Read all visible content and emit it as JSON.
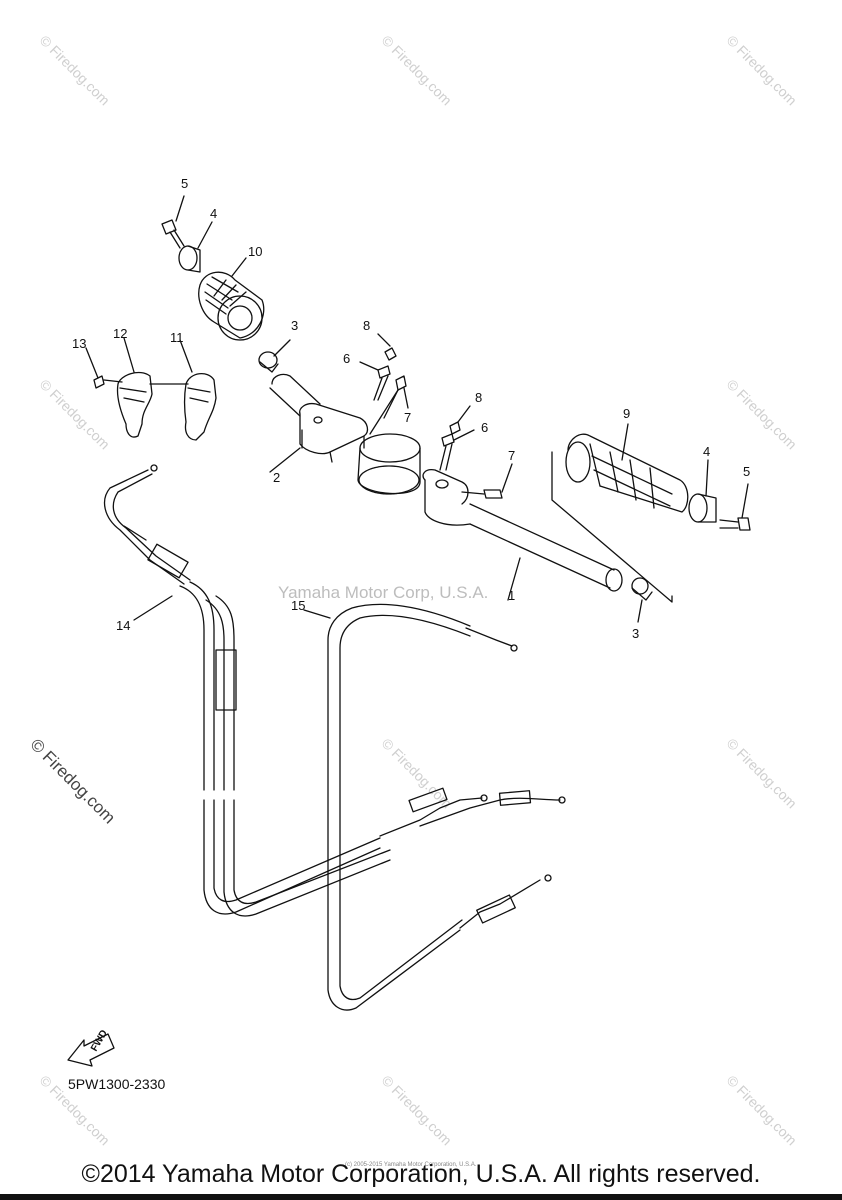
{
  "watermarks": {
    "repeated": "© Firedog.com",
    "center": "Yamaha Motor Corp, U.S.A.",
    "left_large": "© Firedog.com"
  },
  "callouts": {
    "c1": "1",
    "c2": "2",
    "c3a": "3",
    "c3b": "3",
    "c4a": "4",
    "c4b": "4",
    "c5a": "5",
    "c5b": "5",
    "c6a": "6",
    "c6b": "6",
    "c7a": "7",
    "c7b": "7",
    "c8a": "8",
    "c8b": "8",
    "c9": "9",
    "c10": "10",
    "c11": "11",
    "c12": "12",
    "c13": "13",
    "c14": "14",
    "c15": "15"
  },
  "fwd_label": "FWD",
  "reference_code": "5PW1300-2330",
  "tiny_note": "(c) 2005-2015 Yamaha Motor Corporation, U.S.A.",
  "copyright": "©2014 Yamaha Motor Corporation, U.S.A. All rights reserved."
}
